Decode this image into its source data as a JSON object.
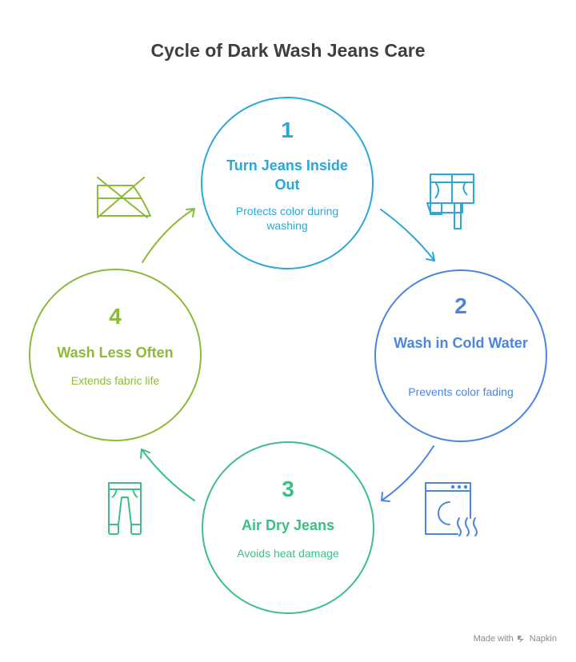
{
  "title": "Cycle of Dark Wash Jeans Care",
  "steps": [
    {
      "number": "1",
      "heading": "Turn Jeans Inside Out",
      "description": "Protects color during washing",
      "color": "#2aa8d8",
      "icon": "jeans-inside-out-icon"
    },
    {
      "number": "2",
      "heading": "Wash in Cold Water",
      "description": "Prevents color fading",
      "color": "#4a86e0",
      "icon": "washing-machine-icon"
    },
    {
      "number": "3",
      "heading": "Air Dry Jeans",
      "description": "Avoids heat damage",
      "color": "#3cbf84",
      "icon": "trousers-icon"
    },
    {
      "number": "4",
      "heading": "Wash Less Often",
      "description": "Extends fabric life",
      "color": "#8dba3a",
      "icon": "no-ironing-icon"
    }
  ],
  "footer": {
    "prefix": "Made with",
    "brand": "Napkin",
    "icon": "napkin-logo-icon"
  }
}
